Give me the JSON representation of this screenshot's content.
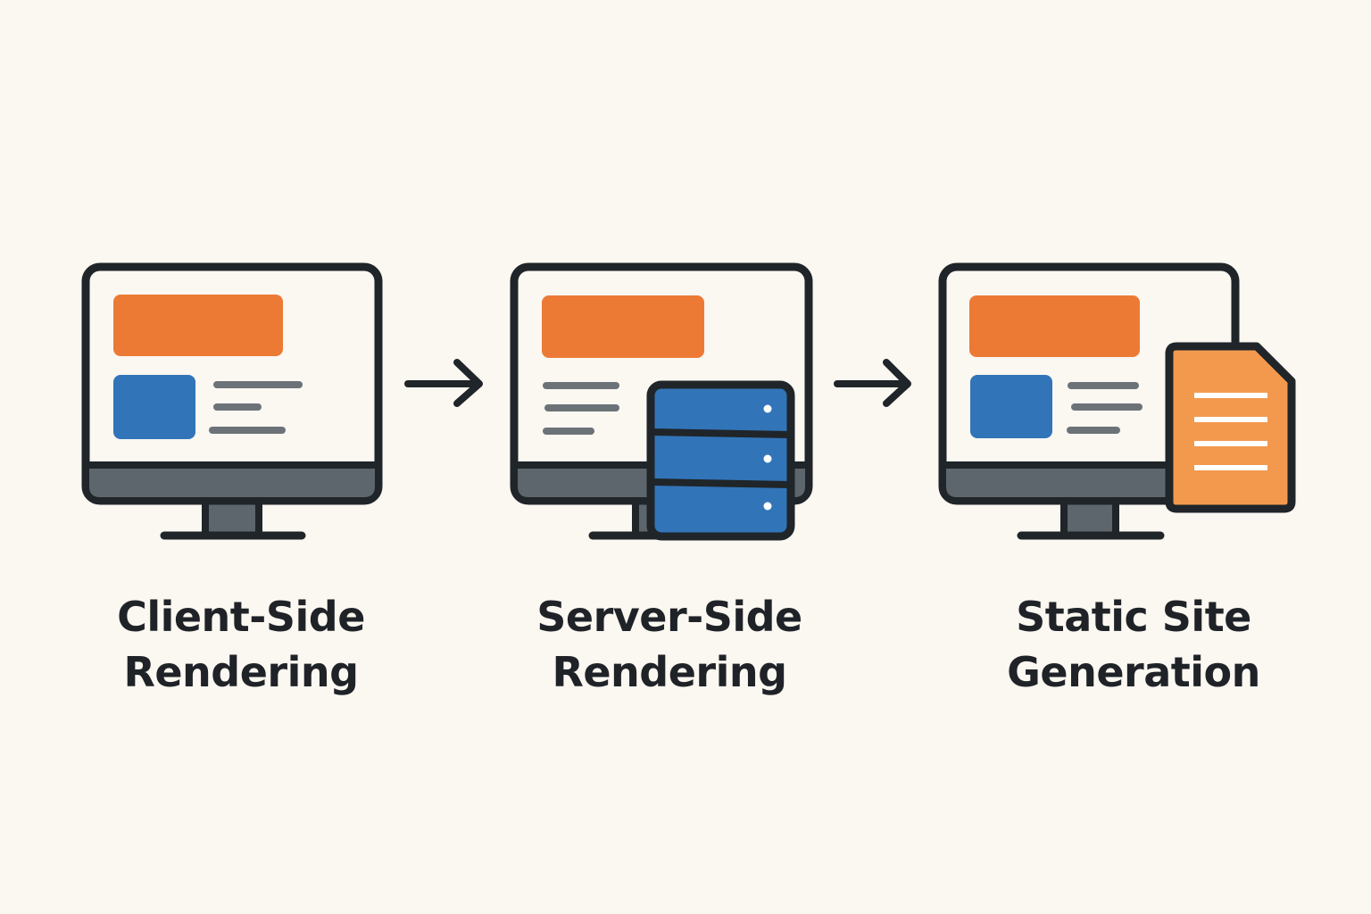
{
  "colors": {
    "background": "#fbf7f1",
    "outline": "#1f2529",
    "screen": "#fbf7f1",
    "bezel": "#5d666c",
    "orange": "#ec7a35",
    "blue": "#3274b8",
    "document": "#f3994e",
    "gray_line": "#6c7378",
    "text": "#1f2328"
  },
  "steps": [
    {
      "icon": "monitor-icon",
      "label_line1": "Client-Side",
      "label_line2": "Rendering"
    },
    {
      "icon": "monitor-with-server-icon",
      "label_line1": "Server-Side",
      "label_line2": "Rendering"
    },
    {
      "icon": "monitor-with-document-icon",
      "label_line1": "Static Site",
      "label_line2": "Generation"
    }
  ],
  "arrows": [
    "arrow-right-icon",
    "arrow-right-icon"
  ]
}
